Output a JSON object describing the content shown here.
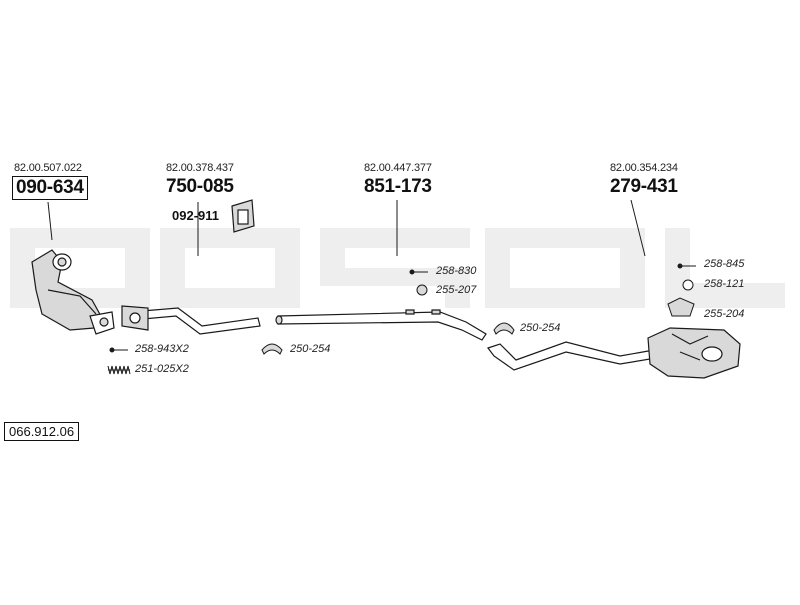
{
  "diagram": {
    "reference": "066.912.06",
    "watermark": "bosal",
    "parts": [
      {
        "oe": "82.00.507.022",
        "number": "090-634",
        "boxed": true
      },
      {
        "oe": "82.00.378.437",
        "number": "750-085",
        "boxed": false
      },
      {
        "oe": "82.00.447.377",
        "number": "851-173",
        "boxed": false
      },
      {
        "oe": "82.00.354.234",
        "number": "279-431",
        "boxed": false
      }
    ],
    "bracket": "092-911",
    "accessories": {
      "a1": "258-943X2",
      "a2": "251-025X2",
      "a3": "250-254",
      "a4": "258-830",
      "a5": "255-207",
      "a6": "250-254",
      "a7": "258-845",
      "a8": "258-121",
      "a9": "255-204"
    },
    "colors": {
      "watermark": "#eeeeee",
      "line": "#1a1a1a",
      "part_fill": "#d9d9d9"
    }
  }
}
